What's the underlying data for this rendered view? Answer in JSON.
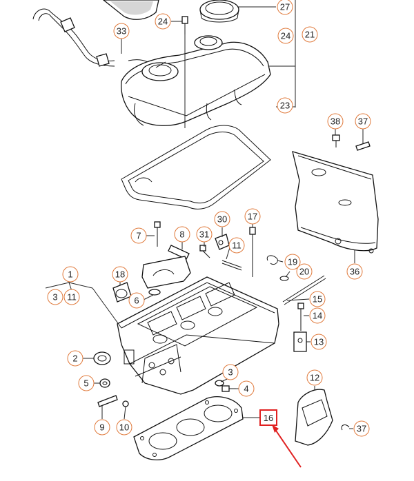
{
  "callouts": [
    {
      "id": "27",
      "text": "27"
    },
    {
      "id": "24a",
      "text": "24"
    },
    {
      "id": "33",
      "text": "33"
    },
    {
      "id": "24b",
      "text": "24"
    },
    {
      "id": "21",
      "text": "21"
    },
    {
      "id": "23",
      "text": "23"
    },
    {
      "id": "38",
      "text": "38"
    },
    {
      "id": "37a",
      "text": "37"
    },
    {
      "id": "7",
      "text": "7"
    },
    {
      "id": "8",
      "text": "8"
    },
    {
      "id": "31",
      "text": "31"
    },
    {
      "id": "30",
      "text": "30"
    },
    {
      "id": "17",
      "text": "17"
    },
    {
      "id": "11a",
      "text": "11"
    },
    {
      "id": "19",
      "text": "19"
    },
    {
      "id": "20",
      "text": "20"
    },
    {
      "id": "36",
      "text": "36"
    },
    {
      "id": "1",
      "text": "1"
    },
    {
      "id": "3a",
      "text": "3"
    },
    {
      "id": "11b",
      "text": "11"
    },
    {
      "id": "18",
      "text": "18"
    },
    {
      "id": "6",
      "text": "6"
    },
    {
      "id": "15",
      "text": "15"
    },
    {
      "id": "14",
      "text": "14"
    },
    {
      "id": "13",
      "text": "13"
    },
    {
      "id": "2",
      "text": "2"
    },
    {
      "id": "3b",
      "text": "3"
    },
    {
      "id": "5",
      "text": "5"
    },
    {
      "id": "4",
      "text": "4"
    },
    {
      "id": "12",
      "text": "12"
    },
    {
      "id": "9",
      "text": "9"
    },
    {
      "id": "10",
      "text": "10"
    },
    {
      "id": "16",
      "text": "16"
    },
    {
      "id": "37b",
      "text": "37"
    }
  ],
  "colors": {
    "callout_ring": "#e07a3c",
    "highlight_box": "#e02020",
    "arrow": "#e02020",
    "line": "#111111"
  }
}
